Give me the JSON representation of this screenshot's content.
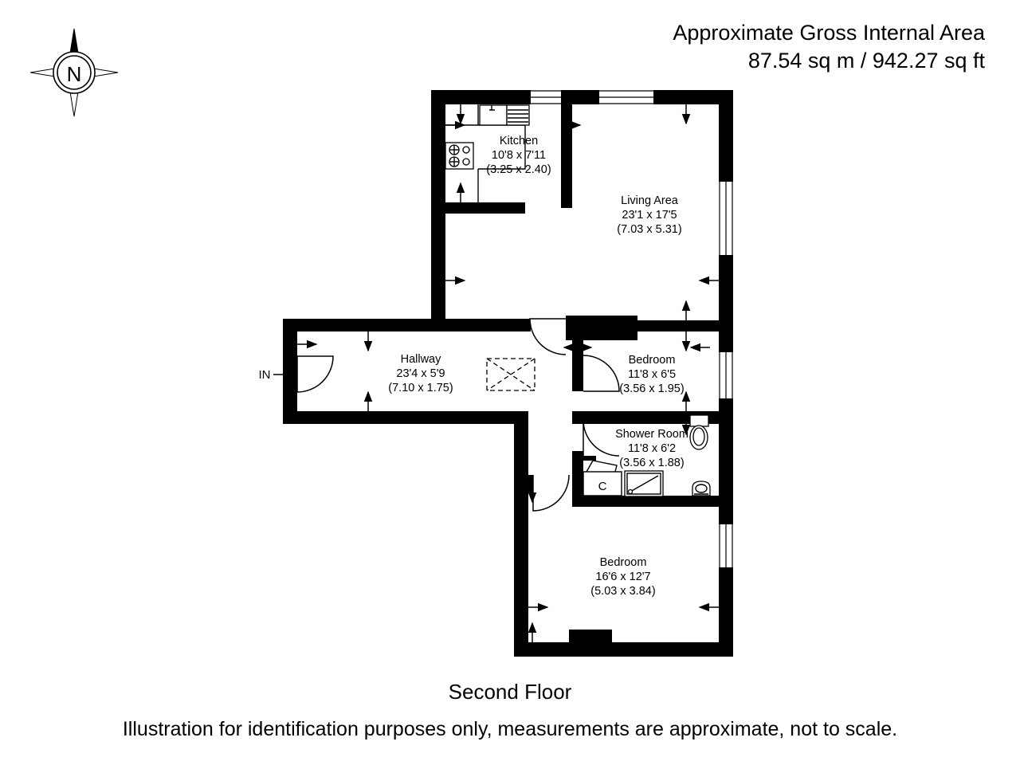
{
  "header": {
    "line1": "Approximate Gross Internal Area",
    "line2": "87.54 sq m / 942.27 sq ft"
  },
  "compass": {
    "label": "N",
    "name": "north-compass-rose"
  },
  "floor_label": "Second Floor",
  "disclaimer": "Illustration for identification purposes only, measurements are approximate, not to scale.",
  "entry": {
    "label": "IN"
  },
  "cupboard": {
    "label": "C"
  },
  "rooms": [
    {
      "key": "kitchen",
      "name": "Kitchen",
      "dim_imperial": "10'8 x 7'11",
      "dim_metric": "(3.25 x 2.40)"
    },
    {
      "key": "living_area",
      "name": "Living Area",
      "dim_imperial": "23'1 x 17'5",
      "dim_metric": "(7.03 x 5.31)"
    },
    {
      "key": "hallway",
      "name": "Hallway",
      "dim_imperial": "23'4 x 5'9",
      "dim_metric": "(7.10 x 1.75)"
    },
    {
      "key": "bedroom_small",
      "name": "Bedroom",
      "dim_imperial": "11'8 x 6'5",
      "dim_metric": "(3.56 x 1.95)"
    },
    {
      "key": "shower_room",
      "name": "Shower Room",
      "dim_imperial": "11'8 x 6'2",
      "dim_metric": "(3.56 x 1.88)"
    },
    {
      "key": "bedroom_large",
      "name": "Bedroom",
      "dim_imperial": "16'6 x 12'7",
      "dim_metric": "(5.03 x 3.84)"
    }
  ],
  "fixtures": [
    {
      "key": "sink",
      "name": "kitchen-sink-icon"
    },
    {
      "key": "drainer",
      "name": "kitchen-drainer-icon"
    },
    {
      "key": "hob",
      "name": "kitchen-hob-icon"
    },
    {
      "key": "toilet",
      "name": "toilet-icon"
    },
    {
      "key": "shower_tray",
      "name": "shower-tray-icon"
    },
    {
      "key": "basin",
      "name": "wash-basin-icon"
    },
    {
      "key": "hatch",
      "name": "loft-hatch-icon"
    }
  ],
  "colors": {
    "wall": "#000000",
    "background": "#ffffff",
    "text": "#000000"
  }
}
